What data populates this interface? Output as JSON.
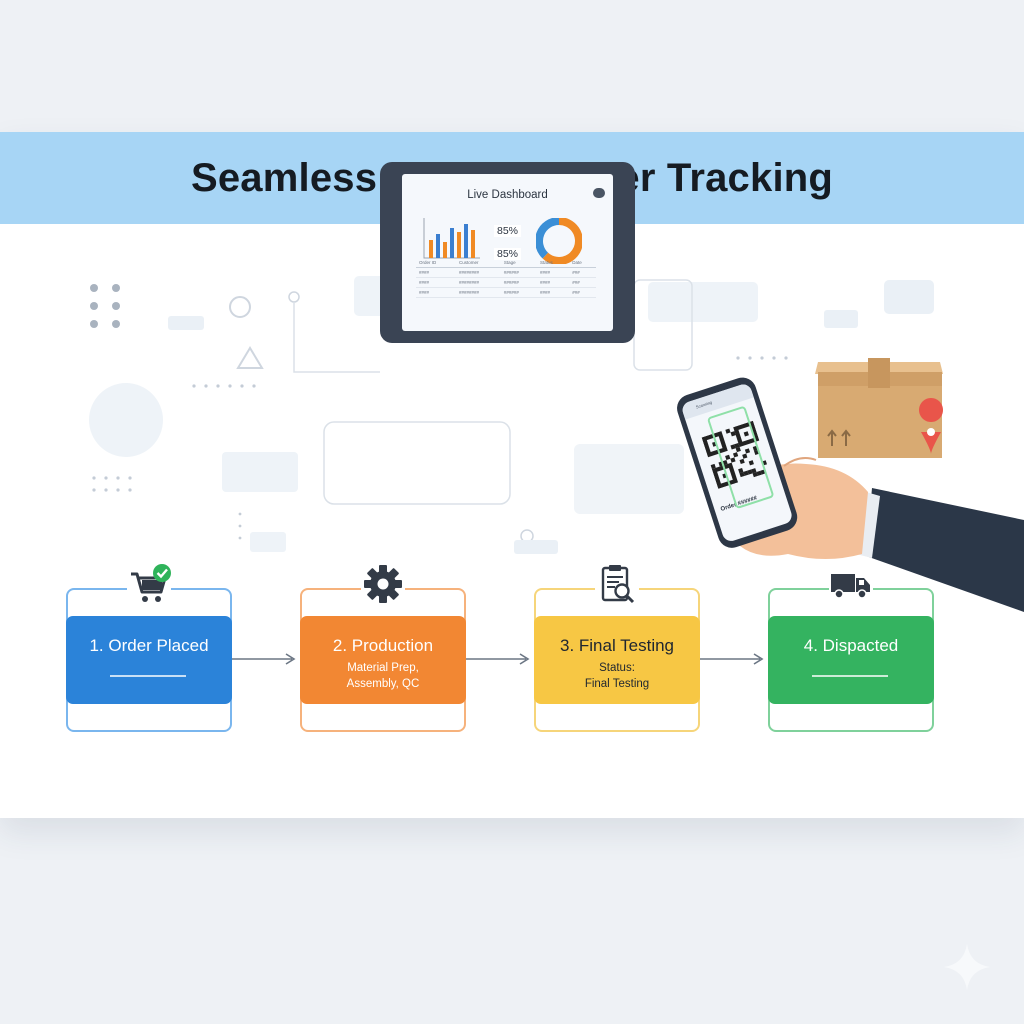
{
  "header": {
    "title": "Seamless Factory Order Tracking"
  },
  "dashboard": {
    "title": "Live Dashboard",
    "stat_a": "85%",
    "stat_b": "85%",
    "bar_values": [
      18,
      24,
      16,
      30,
      26,
      34,
      28
    ],
    "donut_segments": [
      {
        "value": 62,
        "color": "#f08a24"
      },
      {
        "value": 38,
        "color": "#3b8fd6"
      }
    ],
    "table": {
      "columns": [
        "Order ID",
        "Customer",
        "Stage",
        "Status",
        "Date"
      ],
      "rows": [
        [
          "####",
          "########",
          "######",
          "####",
          "###"
        ],
        [
          "####",
          "########",
          "######",
          "####",
          "###"
        ],
        [
          "####",
          "########",
          "######",
          "####",
          "###"
        ]
      ]
    }
  },
  "phone": {
    "header_text": "Scanning",
    "caption_text": "Order ######"
  },
  "steps": [
    {
      "title": "1. Order Placed",
      "subtitle_1": "",
      "subtitle_2": "",
      "color": "#2b83d9",
      "border": "#7ab6ee",
      "icon": "shopping-cart-check-icon"
    },
    {
      "title": "2. Production",
      "subtitle_1": "Material Prep,",
      "subtitle_2": "Assembly, QC",
      "color": "#f28733",
      "border": "#f6b27c",
      "icon": "gear-icon"
    },
    {
      "title": "3. Final Testing",
      "subtitle_1": "Status:",
      "subtitle_2": "Final Testing",
      "color": "#f7c744",
      "border": "#f6d57a",
      "icon": "clipboard-search-icon"
    },
    {
      "title": "4. Dispacted",
      "subtitle_1": "",
      "subtitle_2": "",
      "color": "#34b360",
      "border": "#7fd19b",
      "icon": "delivery-truck-icon"
    }
  ],
  "colors": {
    "banner": "#a7d5f5",
    "background": "#eef1f5",
    "panel": "#ffffff"
  }
}
